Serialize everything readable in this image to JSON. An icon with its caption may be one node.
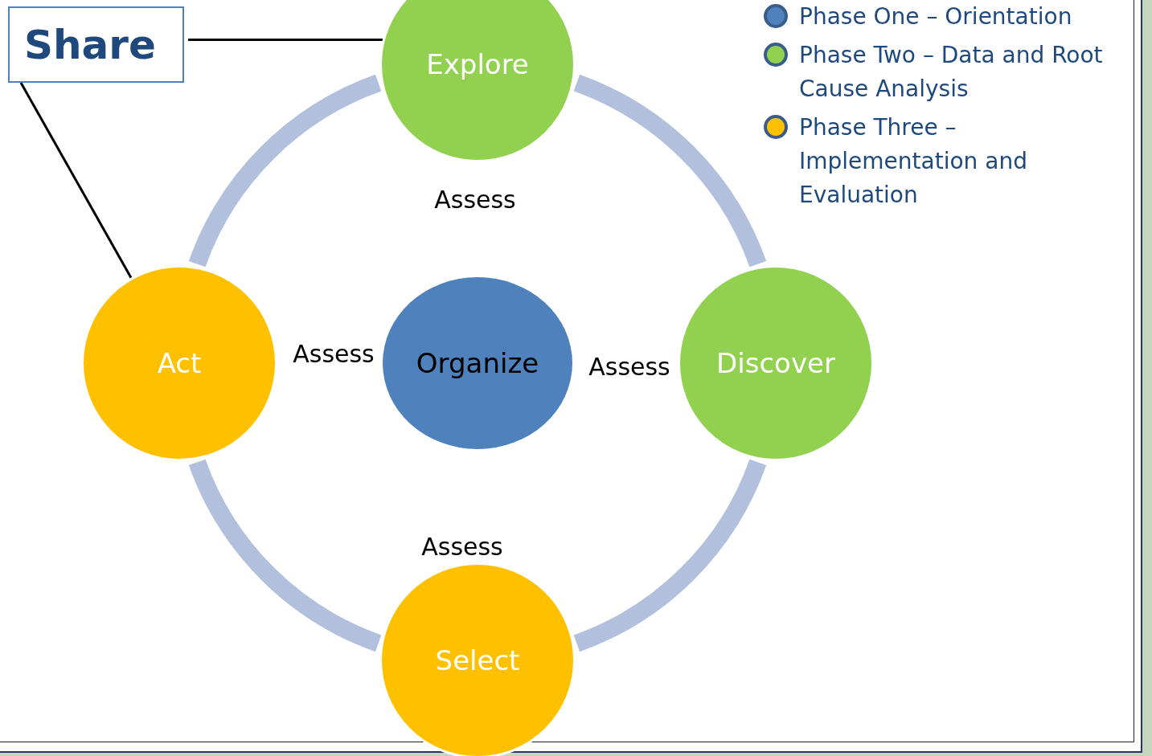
{
  "diagram": {
    "nodes": [
      {
        "text": [
          "Share"
        ]
      },
      {
        "text": [
          "Explore"
        ]
      },
      {
        "text": [
          "Act"
        ]
      },
      {
        "text": [
          "Organize"
        ]
      },
      {
        "text": [
          "Discover"
        ]
      },
      {
        "text": [
          "Select"
        ]
      }
    ],
    "edges": [
      {
        "from": 0,
        "to": 1,
        "arrow": "none",
        "color": "#000000"
      },
      {
        "from": 0,
        "to": 2,
        "arrow": "none",
        "color": "#000000"
      },
      {
        "from": 1,
        "to": 4,
        "arrow": "none"
      },
      {
        "from": 4,
        "to": 5,
        "arrow": "none"
      },
      {
        "from": 5,
        "to": 2,
        "arrow": "none"
      },
      {
        "from": 2,
        "to": 1,
        "arrow": "none"
      }
    ],
    "labels": [
      "Assess",
      "Assess",
      "Assess",
      "Assess"
    ],
    "legend": [
      {
        "text": "Phase One – Orientation",
        "color": "#4f81bd"
      },
      {
        "text": "Phase Two – Data and Root Cause Analysis",
        "color": "#92d050"
      },
      {
        "text": "Phase Three – Implementation and Evaluation",
        "color": "#ffc000"
      }
    ]
  }
}
